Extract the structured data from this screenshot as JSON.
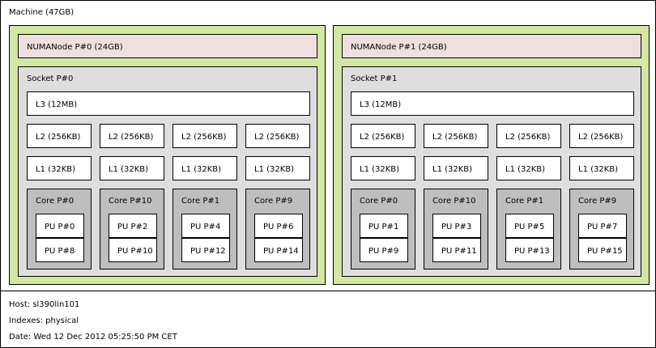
{
  "machine": {
    "label": "Machine (47GB)"
  },
  "packages": [
    {
      "numa": "NUMANode P#0 (24GB)",
      "socket": "Socket P#0",
      "l3": "L3 (12MB)",
      "l2": [
        "L2 (256KB)",
        "L2 (256KB)",
        "L2 (256KB)",
        "L2 (256KB)"
      ],
      "l1": [
        "L1 (32KB)",
        "L1 (32KB)",
        "L1 (32KB)",
        "L1 (32KB)"
      ],
      "cores": [
        {
          "label": "Core P#0",
          "pus": [
            "PU P#0",
            "PU P#8"
          ]
        },
        {
          "label": "Core P#10",
          "pus": [
            "PU P#2",
            "PU P#10"
          ]
        },
        {
          "label": "Core P#1",
          "pus": [
            "PU P#4",
            "PU P#12"
          ]
        },
        {
          "label": "Core P#9",
          "pus": [
            "PU P#6",
            "PU P#14"
          ]
        }
      ]
    },
    {
      "numa": "NUMANode P#1 (24GB)",
      "socket": "Socket P#1",
      "l3": "L3 (12MB)",
      "l2": [
        "L2 (256KB)",
        "L2 (256KB)",
        "L2 (256KB)",
        "L2 (256KB)"
      ],
      "l1": [
        "L1 (32KB)",
        "L1 (32KB)",
        "L1 (32KB)",
        "L1 (32KB)"
      ],
      "cores": [
        {
          "label": "Core P#0",
          "pus": [
            "PU P#1",
            "PU P#9"
          ]
        },
        {
          "label": "Core P#10",
          "pus": [
            "PU P#3",
            "PU P#11"
          ]
        },
        {
          "label": "Core P#1",
          "pus": [
            "PU P#5",
            "PU P#13"
          ]
        },
        {
          "label": "Core P#9",
          "pus": [
            "PU P#7",
            "PU P#15"
          ]
        }
      ]
    }
  ],
  "legend": {
    "host": "Host: sl390lin101",
    "indexes": "Indexes: physical",
    "date": "Date: Wed 12 Dec 2012 05:25:50 PM CET"
  },
  "colors": {
    "package": "#d2e7a4",
    "numa": "#efdfde",
    "socket": "#dedede",
    "core": "#bebebe",
    "cache": "#ffffff"
  }
}
